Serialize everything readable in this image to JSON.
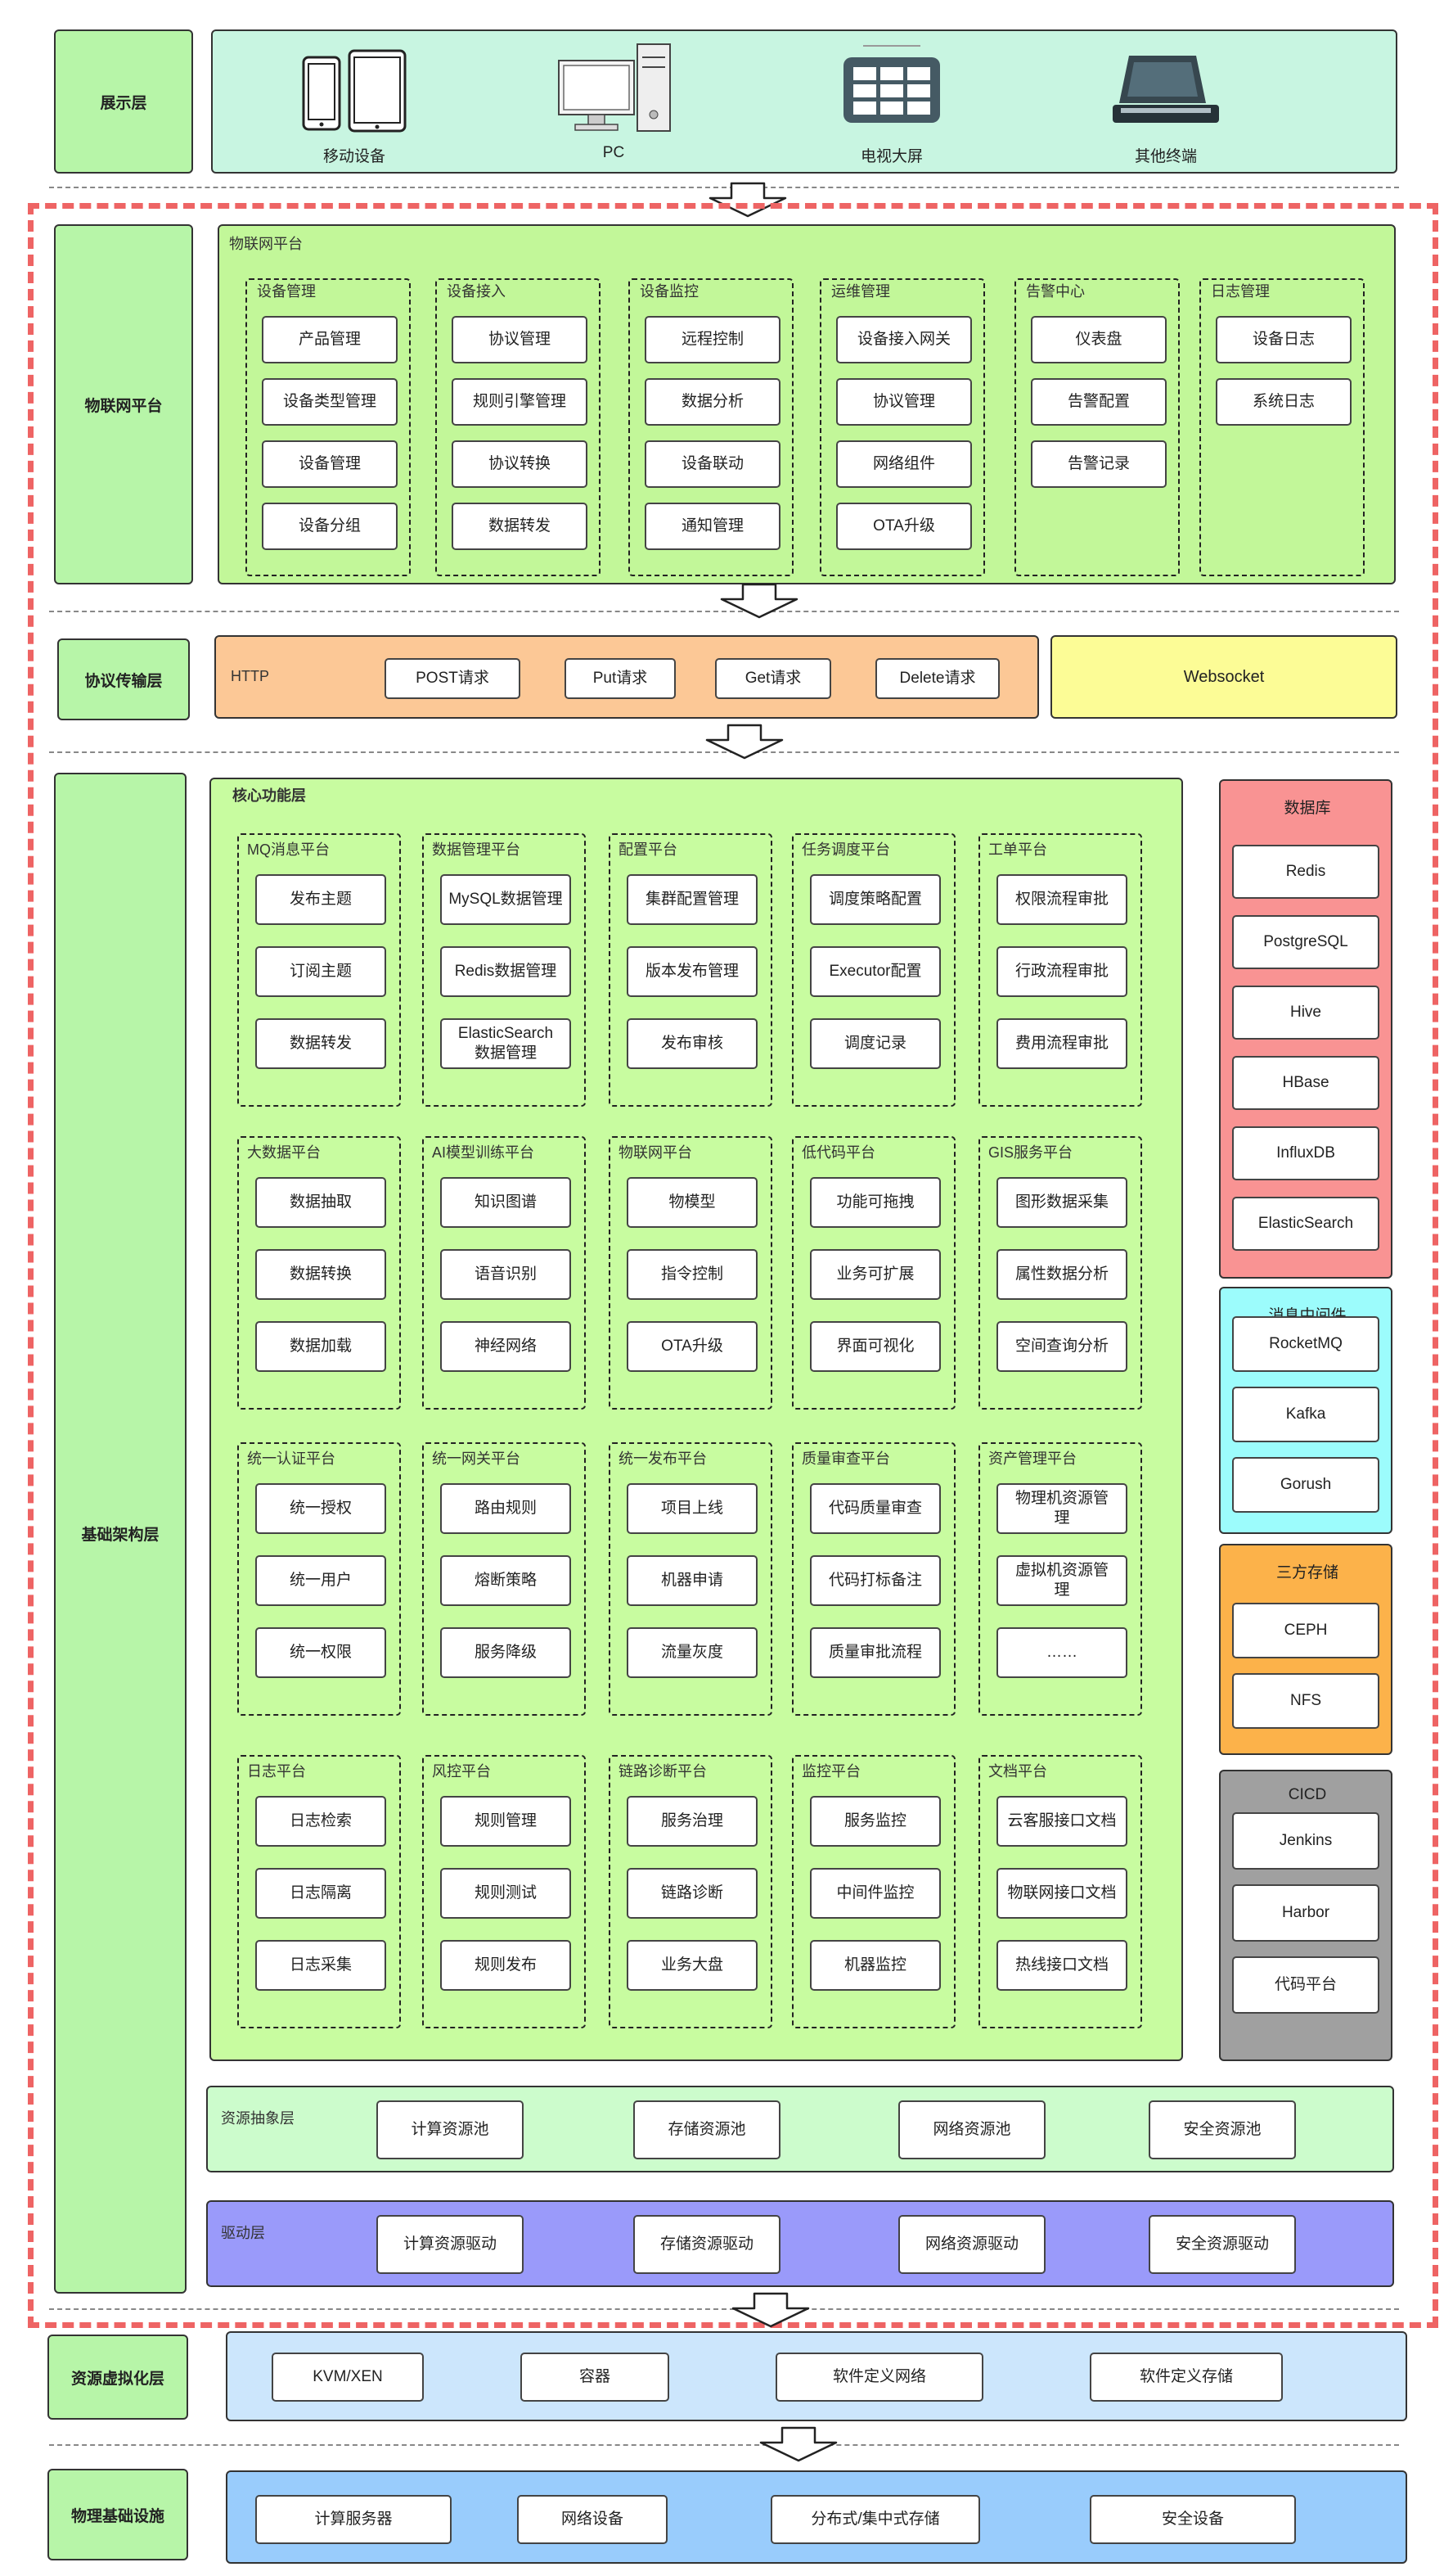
{
  "display": {
    "label": "展示层",
    "devices": [
      {
        "name": "移动设备",
        "icon": "mobile-tablet-icon"
      },
      {
        "name": "PC",
        "icon": "desktop-pc-icon"
      },
      {
        "name": "电视大屏",
        "icon": "tv-screen-icon"
      },
      {
        "name": "其他终端",
        "icon": "other-terminal-icon"
      }
    ]
  },
  "iot": {
    "label": "物联网平台",
    "title": "物联网平台",
    "groups": [
      {
        "title": "设备管理",
        "items": [
          "产品管理",
          "设备类型管理",
          "设备管理",
          "设备分组"
        ]
      },
      {
        "title": "设备接入",
        "items": [
          "协议管理",
          "规则引擎管理",
          "协议转换",
          "数据转发"
        ]
      },
      {
        "title": "设备监控",
        "items": [
          "远程控制",
          "数据分析",
          "设备联动",
          "通知管理"
        ]
      },
      {
        "title": "运维管理",
        "items": [
          "设备接入网关",
          "协议管理",
          "网络组件",
          "OTA升级"
        ]
      },
      {
        "title": "告警中心",
        "items": [
          "仪表盘",
          "告警配置",
          "告警记录"
        ]
      },
      {
        "title": "日志管理",
        "items": [
          "设备日志",
          "系统日志"
        ]
      }
    ]
  },
  "protocol": {
    "label": "协议传输层",
    "http_title": "HTTP",
    "requests": [
      "POST请求",
      "Put请求",
      "Get请求",
      "Delete请求"
    ],
    "websocket": "Websocket"
  },
  "infra": {
    "label": "基础架构层",
    "core_title": "核心功能层",
    "rows": [
      [
        {
          "title": "MQ消息平台",
          "items": [
            "发布主题",
            "订阅主题",
            "数据转发"
          ]
        },
        {
          "title": "数据管理平台",
          "items": [
            "MySQL数据管理",
            "Redis数据管理",
            "ElasticSearch\n数据管理"
          ]
        },
        {
          "title": "配置平台",
          "items": [
            "集群配置管理",
            "版本发布管理",
            "发布审核"
          ]
        },
        {
          "title": "任务调度平台",
          "items": [
            "调度策略配置",
            "Executor配置",
            "调度记录"
          ]
        },
        {
          "title": "工单平台",
          "items": [
            "权限流程审批",
            "行政流程审批",
            "费用流程审批"
          ]
        }
      ],
      [
        {
          "title": "大数据平台",
          "items": [
            "数据抽取",
            "数据转换",
            "数据加载"
          ]
        },
        {
          "title": "AI模型训练平台",
          "items": [
            "知识图谱",
            "语音识别",
            "神经网络"
          ]
        },
        {
          "title": "物联网平台",
          "items": [
            "物模型",
            "指令控制",
            "OTA升级"
          ]
        },
        {
          "title": "低代码平台",
          "items": [
            "功能可拖拽",
            "业务可扩展",
            "界面可视化"
          ]
        },
        {
          "title": "GIS服务平台",
          "items": [
            "图形数据采集",
            "属性数据分析",
            "空间查询分析"
          ]
        }
      ],
      [
        {
          "title": "统一认证平台",
          "items": [
            "统一授权",
            "统一用户",
            "统一权限"
          ]
        },
        {
          "title": "统一网关平台",
          "items": [
            "路由规则",
            "熔断策略",
            "服务降级"
          ]
        },
        {
          "title": "统一发布平台",
          "items": [
            "项目上线",
            "机器申请",
            "流量灰度"
          ]
        },
        {
          "title": "质量审查平台",
          "items": [
            "代码质量审查",
            "代码打标备注",
            "质量审批流程"
          ]
        },
        {
          "title": "资产管理平台",
          "items": [
            "物理机资源管\n理",
            "虚拟机资源管\n理",
            "……"
          ]
        }
      ],
      [
        {
          "title": "日志平台",
          "items": [
            "日志检索",
            "日志隔离",
            "日志采集"
          ]
        },
        {
          "title": "风控平台",
          "items": [
            "规则管理",
            "规则测试",
            "规则发布"
          ]
        },
        {
          "title": "链路诊断平台",
          "items": [
            "服务治理",
            "链路诊断",
            "业务大盘"
          ]
        },
        {
          "title": "监控平台",
          "items": [
            "服务监控",
            "中间件监控",
            "机器监控"
          ]
        },
        {
          "title": "文档平台",
          "items": [
            "云客服接口文档",
            "物联网接口文档",
            "热线接口文档"
          ]
        }
      ]
    ],
    "database": {
      "title": "数据库",
      "items": [
        "Redis",
        "PostgreSQL",
        "Hive",
        "HBase",
        "InfluxDB",
        "ElasticSearch"
      ]
    },
    "mq": {
      "title": "消息中间件",
      "items": [
        "RocketMQ",
        "Kafka",
        "Gorush"
      ]
    },
    "storage": {
      "title": "三方存储",
      "items": [
        "CEPH",
        "NFS"
      ]
    },
    "cicd": {
      "title": "CICD",
      "items": [
        "Jenkins",
        "Harbor",
        "代码平台"
      ]
    },
    "resource": {
      "title": "资源抽象层",
      "items": [
        "计算资源池",
        "存储资源池",
        "网络资源池",
        "安全资源池"
      ]
    },
    "driver": {
      "title": "驱动层",
      "items": [
        "计算资源驱动",
        "存储资源驱动",
        "网络资源驱动",
        "安全资源驱动"
      ]
    }
  },
  "virtual": {
    "label": "资源虚拟化层",
    "items": [
      "KVM/XEN",
      "容器",
      "软件定义网络",
      "软件定义存储"
    ]
  },
  "physical": {
    "label": "物理基础设施",
    "items": [
      "计算服务器",
      "网络设备",
      "分布式/集中式存储",
      "安全设备"
    ]
  },
  "colors": {
    "label_green": "#b7f5a8",
    "display_bg": "#c8f5e1",
    "iot_bg": "#c2f799",
    "protocol_orange": "#fcc896",
    "websocket_yellow": "#fcfc96",
    "core_bg": "#c8fca0",
    "db_red": "#f99393",
    "mq_cyan": "#9cfcfc",
    "storage_orange": "#fcb24a",
    "cicd_gray": "#a0a0a0",
    "resource_bg": "#ccfccc",
    "driver_purple": "#9a9afa",
    "virtual_blue": "#cce6fc",
    "physical_blue": "#99ccfc",
    "red_dash": "#ee6464"
  }
}
